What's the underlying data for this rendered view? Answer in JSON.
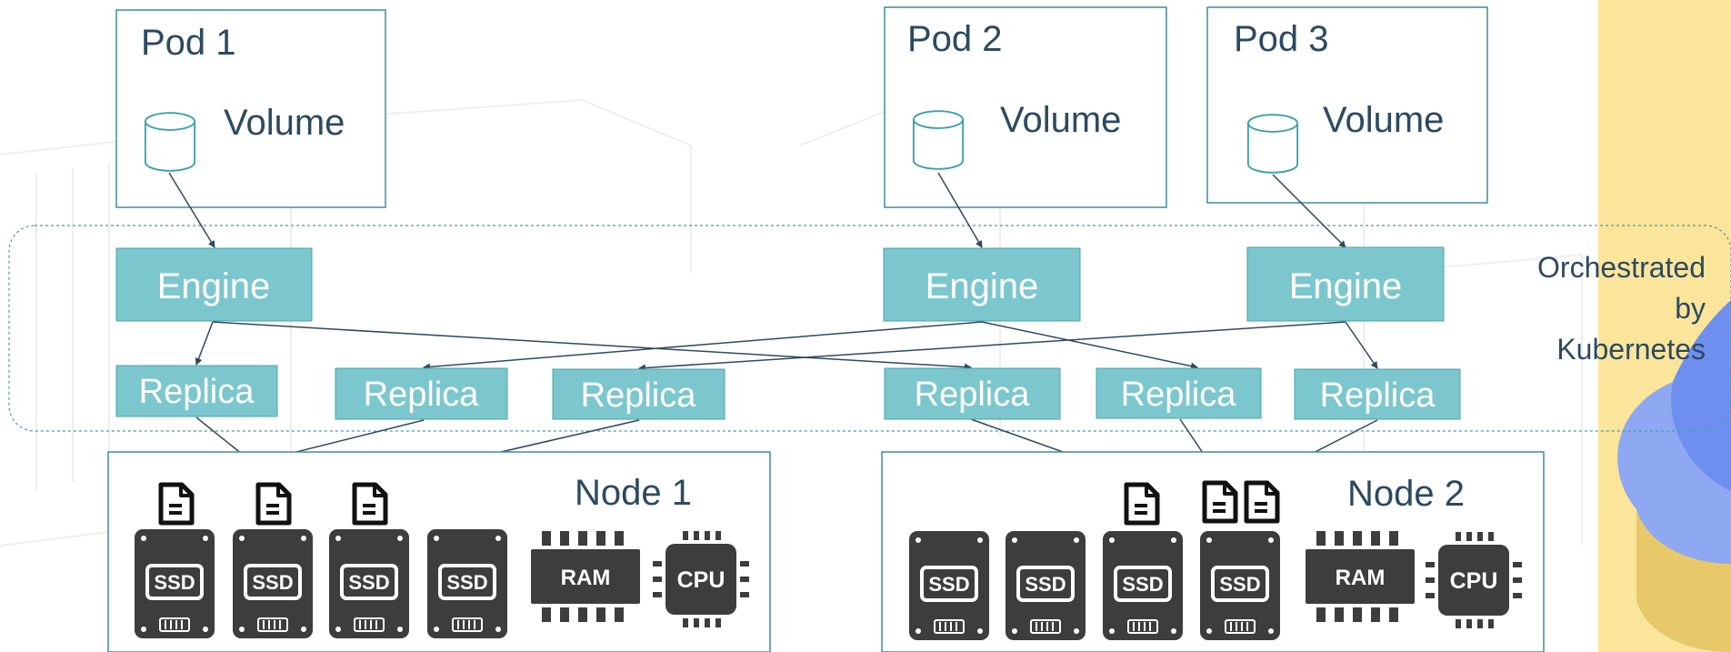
{
  "pods": [
    {
      "label": "Pod 1",
      "volume_label": "Volume"
    },
    {
      "label": "Pod 2",
      "volume_label": "Volume"
    },
    {
      "label": "Pod 3",
      "volume_label": "Volume"
    }
  ],
  "engines": [
    {
      "label": "Engine"
    },
    {
      "label": "Engine"
    },
    {
      "label": "Engine"
    }
  ],
  "replicas": [
    {
      "label": "Replica"
    },
    {
      "label": "Replica"
    },
    {
      "label": "Replica"
    },
    {
      "label": "Replica"
    },
    {
      "label": "Replica"
    },
    {
      "label": "Replica"
    }
  ],
  "orchestration": {
    "line1": "Orchestrated",
    "line2": "by",
    "line3": "Kubernetes"
  },
  "nodes": [
    {
      "label": "Node 1",
      "ssd_label": "SSD",
      "ram_label": "RAM",
      "cpu_label": "CPU"
    },
    {
      "label": "Node 2",
      "ssd_label": "SSD",
      "ram_label": "RAM",
      "cpu_label": "CPU"
    }
  ],
  "colors": {
    "component_fill": "#7cc7cd",
    "component_stroke": "#4aa3aa",
    "text_dark": "#2c4a60",
    "hardware": "#3d3d3d",
    "arrow": "#2f4a5e",
    "accent_yellow": "#fbe59a",
    "accent_blue": "#6f8ff0"
  },
  "icons": [
    "database-icon",
    "document-icon",
    "ssd-icon",
    "ram-icon",
    "cpu-icon"
  ]
}
